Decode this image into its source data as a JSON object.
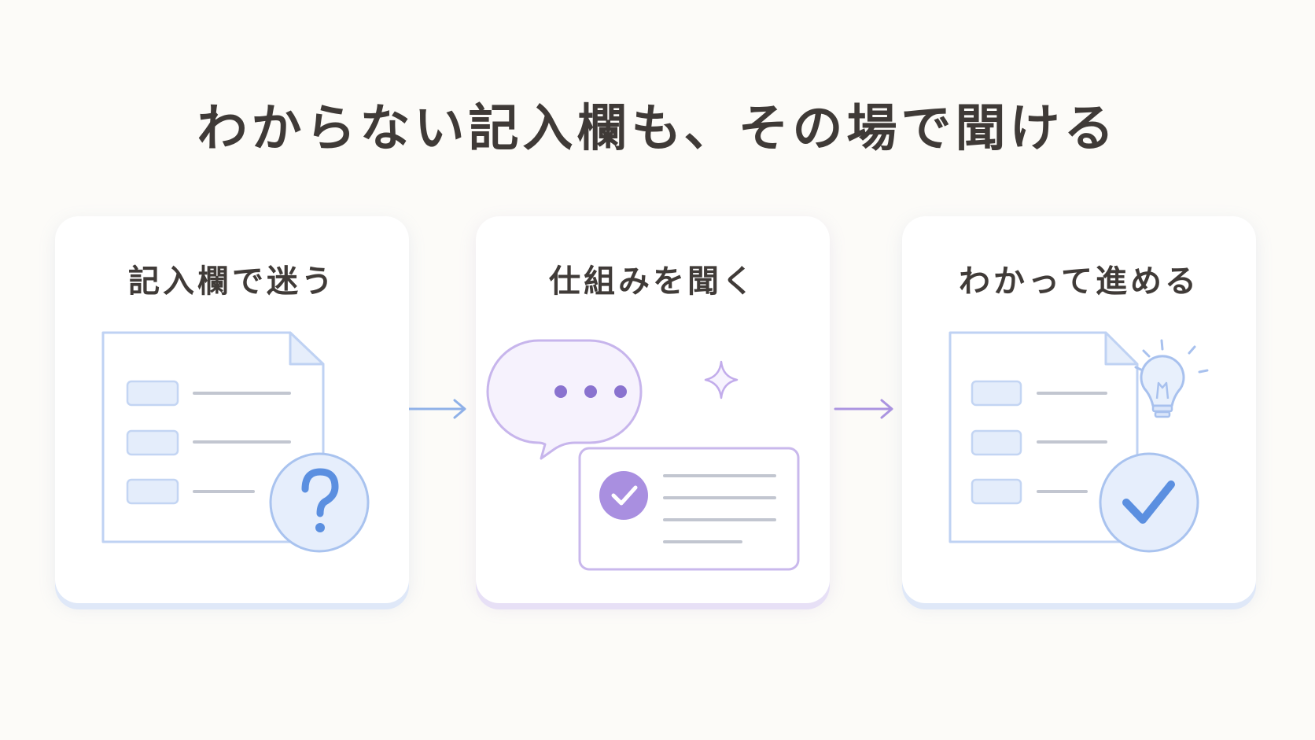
{
  "title": "わからない記入欄も、その場で聞ける",
  "steps": [
    {
      "label": "記入欄で迷う",
      "icon": "document-question-icon"
    },
    {
      "label": "仕組みを聞く",
      "icon": "chat-answer-icon"
    },
    {
      "label": "わかって進める",
      "icon": "document-check-icon"
    }
  ],
  "colors": {
    "background": "#fcfbf8",
    "text": "#3f3a37",
    "blue_accent": "#5b8fe0",
    "purple_accent": "#9a80d8"
  }
}
